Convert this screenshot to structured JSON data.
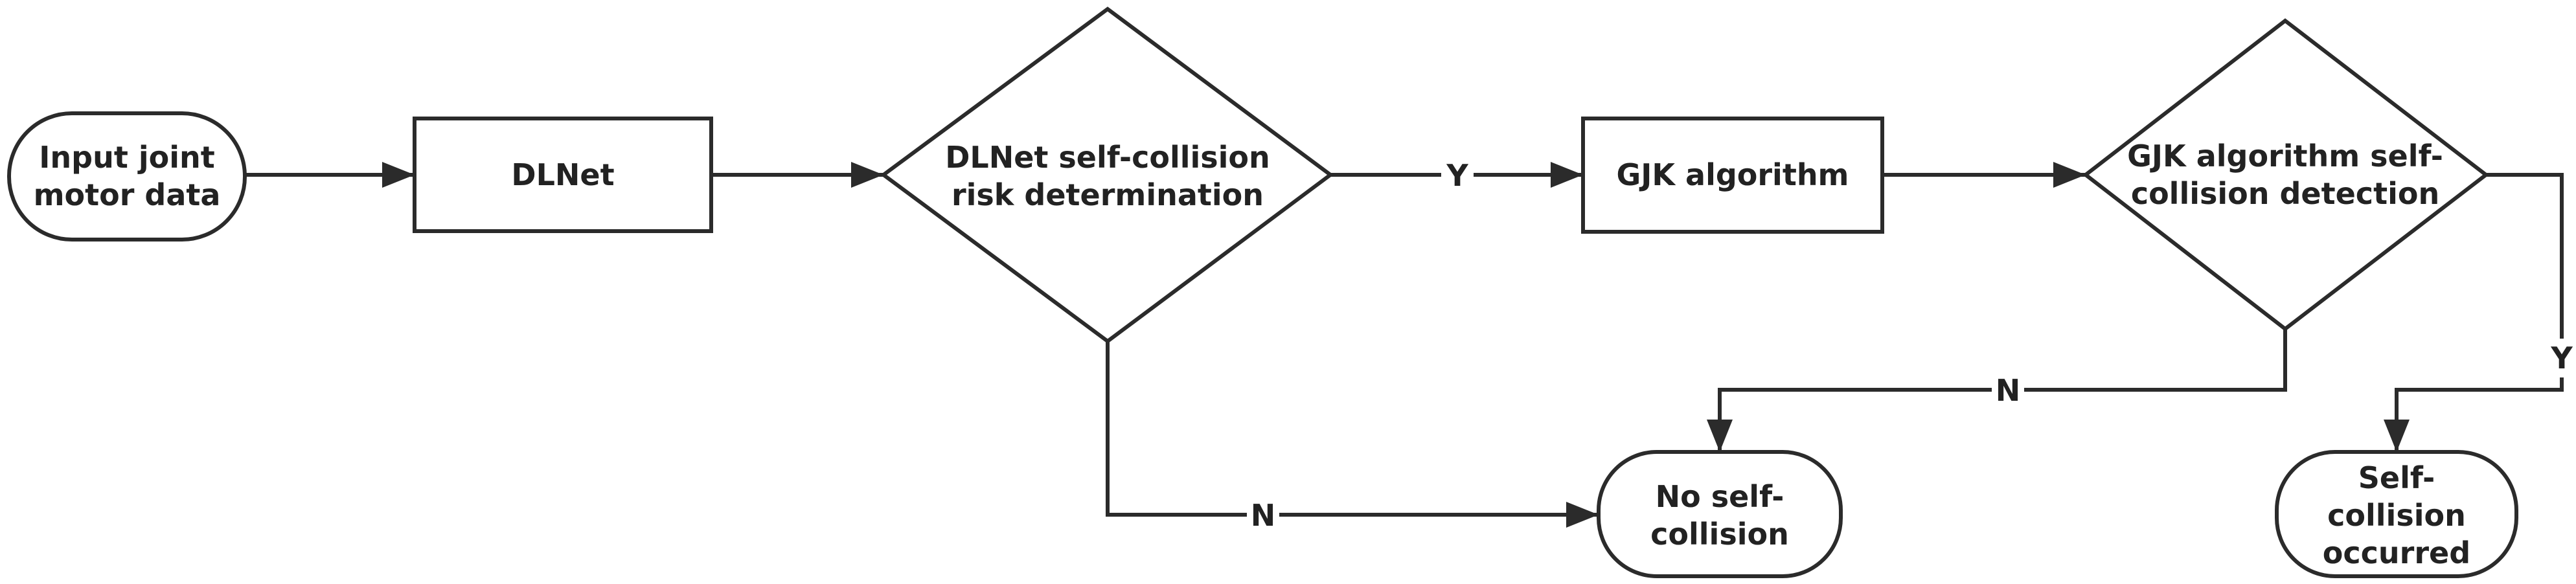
{
  "colors": {
    "stroke": "#2b2b2b",
    "text": "#222222",
    "background": "#ffffff"
  },
  "nodes": {
    "input": {
      "lines": [
        "Input joint",
        "motor data"
      ]
    },
    "dlnet": {
      "lines": [
        "DLNet"
      ]
    },
    "dlnet_decision": {
      "lines": [
        "DLNet self-collision",
        "risk determination"
      ]
    },
    "gjk": {
      "lines": [
        "GJK algorithm"
      ]
    },
    "gjk_decision": {
      "lines": [
        "GJK algorithm self-",
        "collision detection"
      ]
    },
    "no_collision": {
      "lines": [
        "No self-",
        "collision"
      ]
    },
    "collision": {
      "lines": [
        "Self-",
        "collision",
        "occurred"
      ]
    }
  },
  "edges": {
    "dlnet_yes": "Y",
    "dlnet_no": "N",
    "gjk_no": "N",
    "gjk_yes": "Y"
  }
}
